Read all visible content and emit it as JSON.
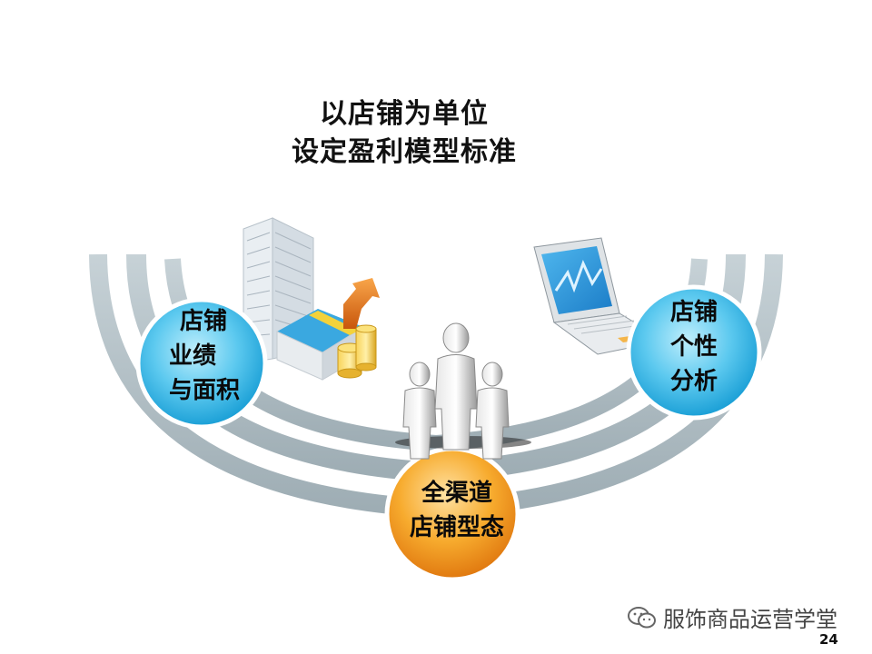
{
  "title": {
    "line1": "以店铺为单位",
    "line2": "设定盈利模型标准"
  },
  "circles": {
    "left": {
      "lines": [
        "店铺",
        "业绩",
        "与面积"
      ]
    },
    "right": {
      "lines": [
        "店铺",
        "个性",
        "分析"
      ]
    },
    "bottom": {
      "lines": [
        "全渠道",
        "店铺型态"
      ]
    }
  },
  "footer": {
    "brand": "服饰商品运营学堂",
    "brand_icon": "wechat-icon",
    "page_number": "24"
  },
  "colors": {
    "blue_circle": "#3fc0e8",
    "orange_circle": "#f39a1e",
    "arc_gray": "#b5c2c8"
  }
}
